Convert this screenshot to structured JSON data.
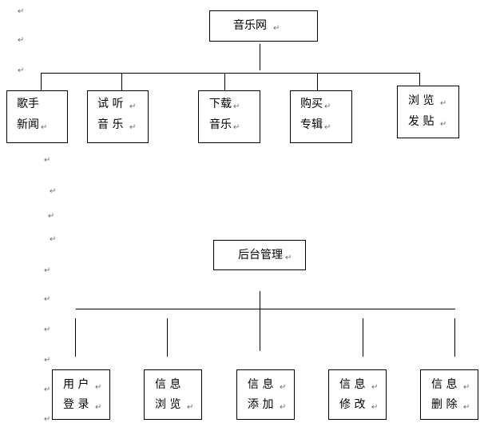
{
  "paragraph_mark": "↵",
  "top": {
    "root": "音乐网",
    "children": [
      {
        "line1": "歌手",
        "line2": "新闻"
      },
      {
        "line1": "试 听",
        "line2": "音 乐"
      },
      {
        "line1": "下载",
        "line2": "音乐"
      },
      {
        "line1": "购买",
        "line2": "专辑"
      },
      {
        "line1": "浏 览",
        "line2": "发 贴"
      }
    ]
  },
  "bottom": {
    "root": "后台管理",
    "children": [
      {
        "line1": "用 户",
        "line2": "登 录"
      },
      {
        "line1": "信 息",
        "line2": "浏 览"
      },
      {
        "line1": "信 息",
        "line2": "添 加"
      },
      {
        "line1": "信 息",
        "line2": "修 改"
      },
      {
        "line1": "信 息",
        "line2": "删 除"
      }
    ]
  }
}
